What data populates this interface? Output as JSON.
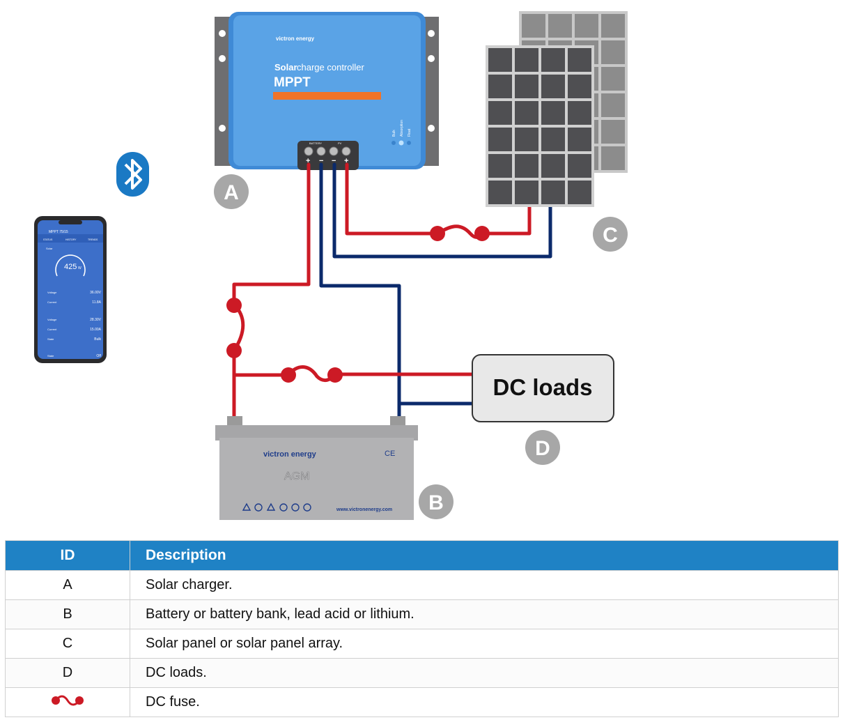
{
  "controller": {
    "brand": "victron energy",
    "title_bold": "Solar",
    "title_rest": "charge controller",
    "model": "MPPT",
    "terminal_battery": "BATTERY",
    "terminal_pv": "PV",
    "leds": [
      "Bulk",
      "Absorption",
      "Float"
    ]
  },
  "phone": {
    "app_title": "MPPT 75/15",
    "tabs": [
      "STATUS",
      "HISTORY",
      "TRENDS"
    ],
    "section_solar": "Solar",
    "gauge_value": "425",
    "gauge_unit": "W",
    "rows": [
      {
        "label": "Voltage",
        "value": "36.00V"
      },
      {
        "label": "Current",
        "value": "11.8A"
      },
      {
        "label": "Voltage",
        "value": "28.30V"
      },
      {
        "label": "Current",
        "value": "15.00A"
      },
      {
        "label": "State",
        "value": "Bulk"
      },
      {
        "label": "State",
        "value": "Off"
      }
    ]
  },
  "battery": {
    "brand": "victron energy",
    "type": "AGM",
    "website": "www.victronenergy.com",
    "cert": "CE"
  },
  "dc_loads_box": "DC loads",
  "labels": {
    "a": "A",
    "b": "B",
    "c": "C",
    "d": "D"
  },
  "colors": {
    "positive": "#cc1a25",
    "negative": "#0b2a6b",
    "controller": "#4f9fe0",
    "header": "#1f82c5",
    "bluetooth": "#1a79c4"
  },
  "table": {
    "headers": {
      "id": "ID",
      "description": "Description"
    },
    "rows": [
      {
        "id": "A",
        "description": "Solar charger."
      },
      {
        "id": "B",
        "description": "Battery or battery bank, lead acid or lithium."
      },
      {
        "id": "C",
        "description": "Solar panel or solar panel array."
      },
      {
        "id": "D",
        "description": "DC loads."
      },
      {
        "id": "",
        "icon": "fuse-icon",
        "description": "DC fuse."
      }
    ]
  }
}
